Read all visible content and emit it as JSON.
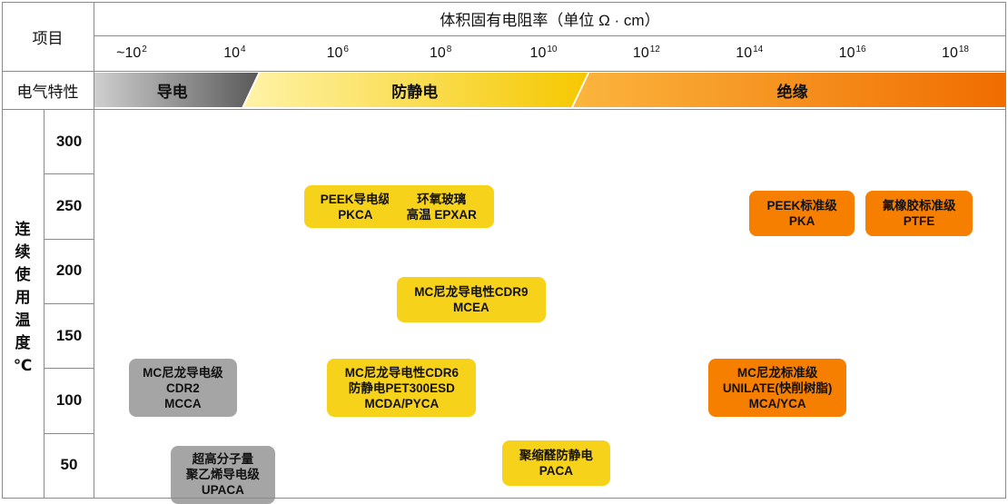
{
  "header": {
    "item_label": "项目",
    "axis_title": "体积固有电阻率（单位 Ω · cm）",
    "property_label": "电气特性",
    "temp_label": [
      "连",
      "续",
      "使",
      "用",
      "温",
      "度",
      "℃"
    ]
  },
  "chart_data": {
    "type": "table",
    "x_ticks": [
      {
        "prefix": "~10",
        "exp": "2"
      },
      {
        "prefix": "10",
        "exp": "4"
      },
      {
        "prefix": "10",
        "exp": "6"
      },
      {
        "prefix": "10",
        "exp": "8"
      },
      {
        "prefix": "10",
        "exp": "10"
      },
      {
        "prefix": "10",
        "exp": "12"
      },
      {
        "prefix": "10",
        "exp": "14"
      },
      {
        "prefix": "10",
        "exp": "16"
      },
      {
        "prefix": "10",
        "exp": "18"
      }
    ],
    "x_scale": "log10",
    "x_range_log10": [
      2,
      18
    ],
    "y_ticks": [
      "300",
      "250",
      "200",
      "150",
      "100",
      "50"
    ],
    "y_range": [
      50,
      300
    ],
    "bands": [
      {
        "label": "导电",
        "from_log10": 1.6,
        "to_log10": 4.3,
        "color": "#cfcfcf",
        "color_end": "#595959"
      },
      {
        "label": "防静电",
        "from_log10": 4.3,
        "to_log10": 10.7,
        "color": "#fff3a8",
        "color_end": "#f5c800"
      },
      {
        "label": "绝缘",
        "from_log10": 10.7,
        "to_log10": 18.3,
        "color": "#fbb53e",
        "color_end": "#f06d00"
      }
    ],
    "materials": [
      {
        "lines": [
          "PEEK导电级",
          "PKCA"
        ],
        "log_from": 5.35,
        "log_to": 7.2,
        "temp_from": 236,
        "temp_to": 266,
        "style": "yellow"
      },
      {
        "lines": [
          "环氧玻璃",
          "高温 EPXAR"
        ],
        "log_from": 7.0,
        "log_to": 8.9,
        "temp_from": 236,
        "temp_to": 266,
        "style": "yellow"
      },
      {
        "lines": [
          "PEEK标准级",
          "PKA"
        ],
        "log_from": 14.0,
        "log_to": 15.9,
        "temp_from": 230,
        "temp_to": 262,
        "style": "orange"
      },
      {
        "lines": [
          "氟橡胶标准级",
          "PTFE"
        ],
        "log_from": 16.25,
        "log_to": 18.2,
        "temp_from": 230,
        "temp_to": 262,
        "style": "orange"
      },
      {
        "lines": [
          "MC尼龙导电性CDR9",
          "MCEA"
        ],
        "log_from": 7.15,
        "log_to": 9.9,
        "temp_from": 163,
        "temp_to": 195,
        "style": "yellow"
      },
      {
        "lines": [
          "MC尼龙导电级",
          "CDR2",
          "MCCA"
        ],
        "log_from": 1.95,
        "log_to": 3.9,
        "temp_from": 90,
        "temp_to": 132,
        "style": "grey"
      },
      {
        "lines": [
          "MC尼龙导电性CDR6",
          "防静电PET300ESD",
          "MCDA/PYCA"
        ],
        "log_from": 5.8,
        "log_to": 8.55,
        "temp_from": 90,
        "temp_to": 132,
        "style": "yellow"
      },
      {
        "lines": [
          "MC尼龙标准级",
          "UNILATE(快削树脂)",
          "MCA/YCA"
        ],
        "log_from": 13.2,
        "log_to": 15.75,
        "temp_from": 90,
        "temp_to": 132,
        "style": "orange"
      },
      {
        "lines": [
          "聚缩醛防静电",
          "PACA"
        ],
        "log_from": 9.2,
        "log_to": 11.15,
        "temp_from": 37,
        "temp_to": 69,
        "style": "yellow"
      },
      {
        "lines": [
          "超高分子量",
          "聚乙烯导电级",
          "UPACA"
        ],
        "log_from": 2.75,
        "log_to": 4.65,
        "temp_from": 23,
        "temp_to": 65,
        "style": "grey"
      }
    ]
  }
}
